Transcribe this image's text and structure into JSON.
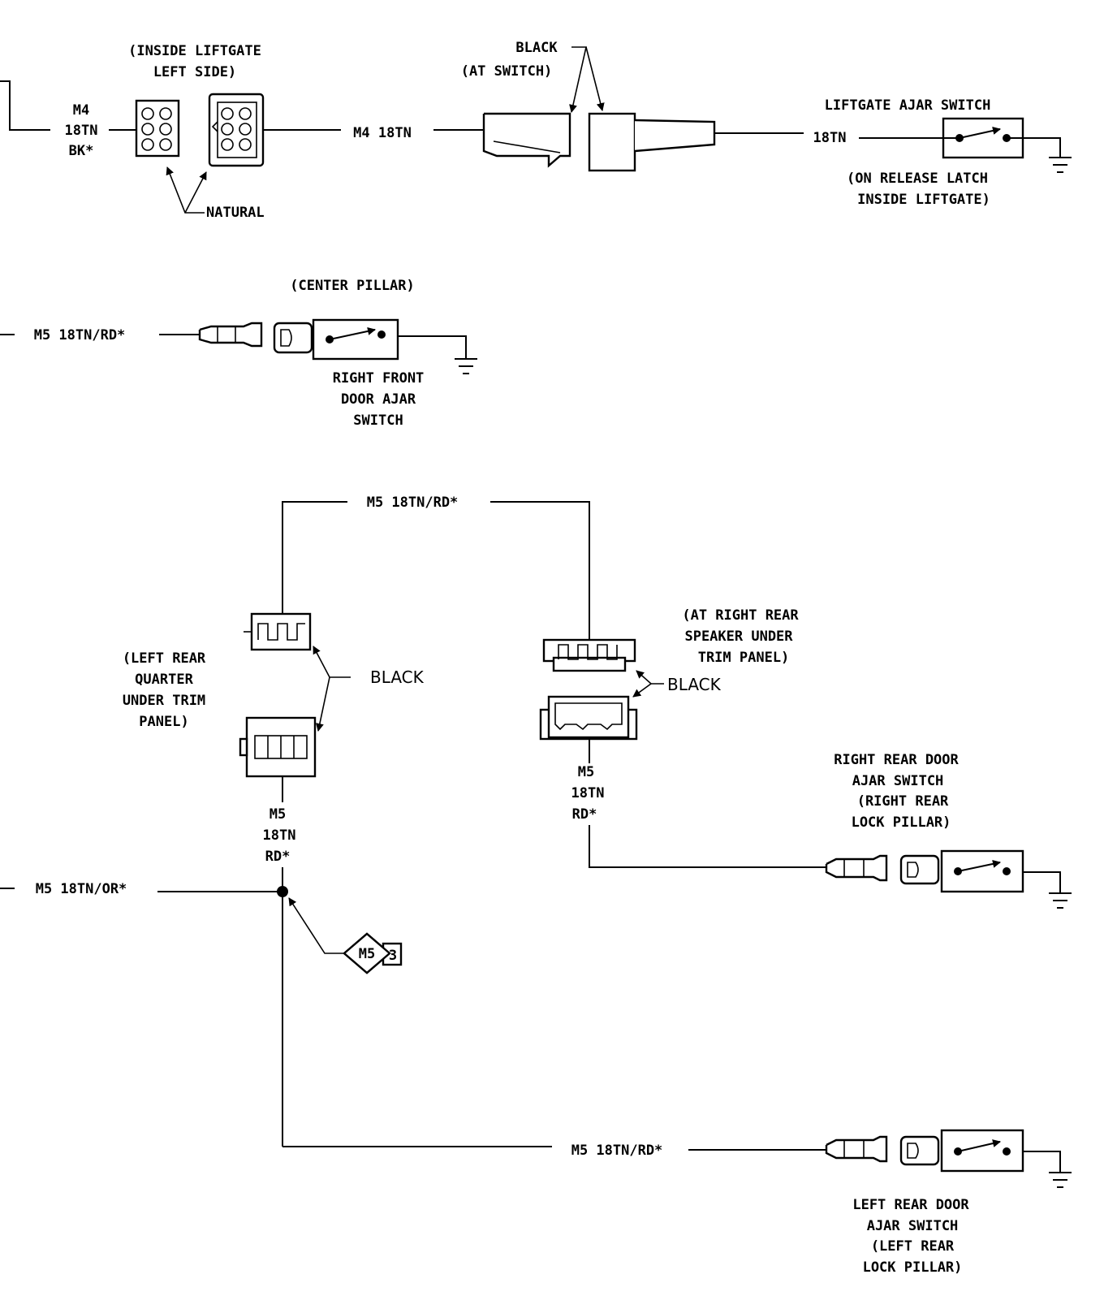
{
  "liftgate_section": {
    "connector_location_line1": "(INSIDE LIFTGATE",
    "connector_location_line2": "LEFT SIDE)",
    "left_wire_line1": "M4",
    "left_wire_line2": "18TN",
    "left_wire_line3": "BK*",
    "connector_color": "NATURAL",
    "middle_wire": "M4 18TN",
    "switch_connector_color": "BLACK",
    "switch_connector_location": "(AT SWITCH)",
    "switch_title": "LIFTGATE AJAR SWITCH",
    "switch_wire": "18TN",
    "switch_location_line1": "(ON RELEASE LATCH",
    "switch_location_line2": "INSIDE LIFTGATE)"
  },
  "right_front_section": {
    "location": "(CENTER PILLAR)",
    "wire": "M5 18TN/RD*",
    "switch_line1": "RIGHT FRONT",
    "switch_line2": "DOOR AJAR",
    "switch_line3": "SWITCH"
  },
  "rear_section": {
    "top_wire": "M5 18TN/RD*",
    "left_connector_line1": "(LEFT REAR",
    "left_connector_line2": "QUARTER",
    "left_connector_line3": "UNDER TRIM",
    "left_connector_line4": "PANEL)",
    "left_connector_color": "BLACK",
    "left_wire_line1": "M5",
    "left_wire_line2": "18TN",
    "left_wire_line3": "RD*",
    "speaker_line1": "(AT RIGHT REAR",
    "speaker_line2": "SPEAKER UNDER",
    "speaker_line3": "TRIM PANEL)",
    "speaker_connector_color": "BLACK",
    "right_wire_line1": "M5",
    "right_wire_line2": "18TN",
    "right_wire_line3": "RD*",
    "rr_switch_line1": "RIGHT REAR DOOR",
    "rr_switch_line2": "AJAR SWITCH",
    "rr_switch_line3": "(RIGHT REAR",
    "rr_switch_line4": "LOCK PILLAR)",
    "main_wire": "M5 18TN/OR*",
    "splice_ref_code": "M5",
    "splice_ref_page": "3",
    "bottom_wire": "M5 18TN/RD*",
    "lr_switch_line1": "LEFT REAR DOOR",
    "lr_switch_line2": "AJAR SWITCH",
    "lr_switch_line3": "(LEFT REAR",
    "lr_switch_line4": "LOCK PILLAR)"
  }
}
